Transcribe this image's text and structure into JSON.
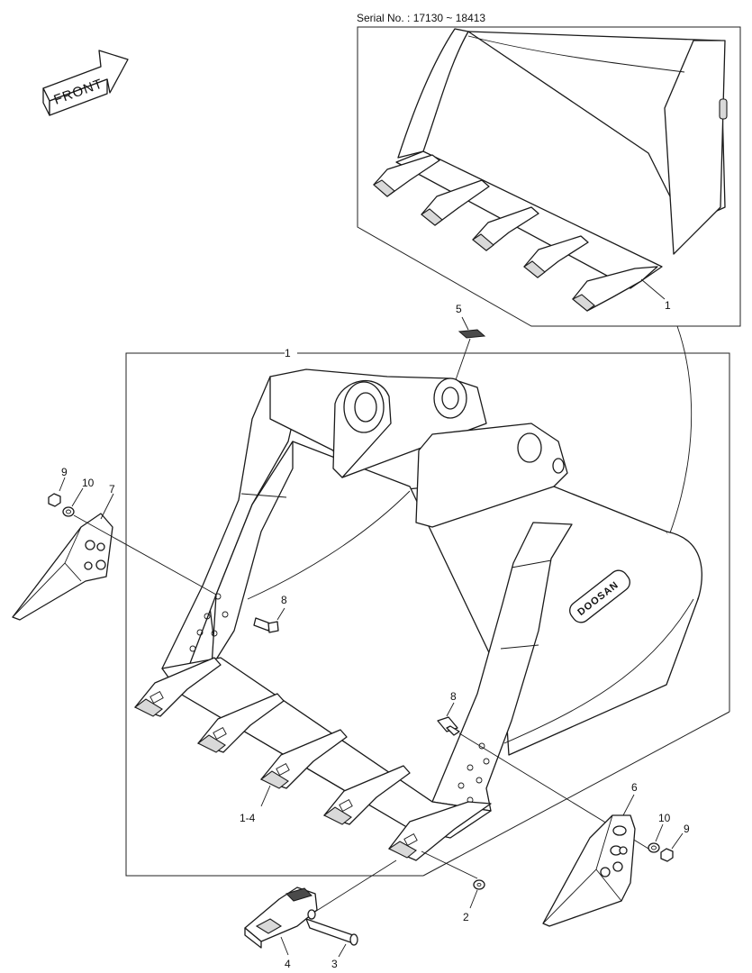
{
  "serial_label": "Serial No. : 17130 ~ 18413",
  "front_label": "FRONT",
  "logo_text": "DOOSAN",
  "callouts": {
    "inset_1": "1",
    "part_5": "5",
    "main_1": "1",
    "part_9_left": "9",
    "part_10_left": "10",
    "part_7": "7",
    "part_8_left": "8",
    "part_8_right": "8",
    "part_6": "6",
    "part_10_right": "10",
    "part_9_right": "9",
    "part_1_4": "1-4",
    "part_2": "2",
    "part_4": "4",
    "part_3": "3"
  }
}
